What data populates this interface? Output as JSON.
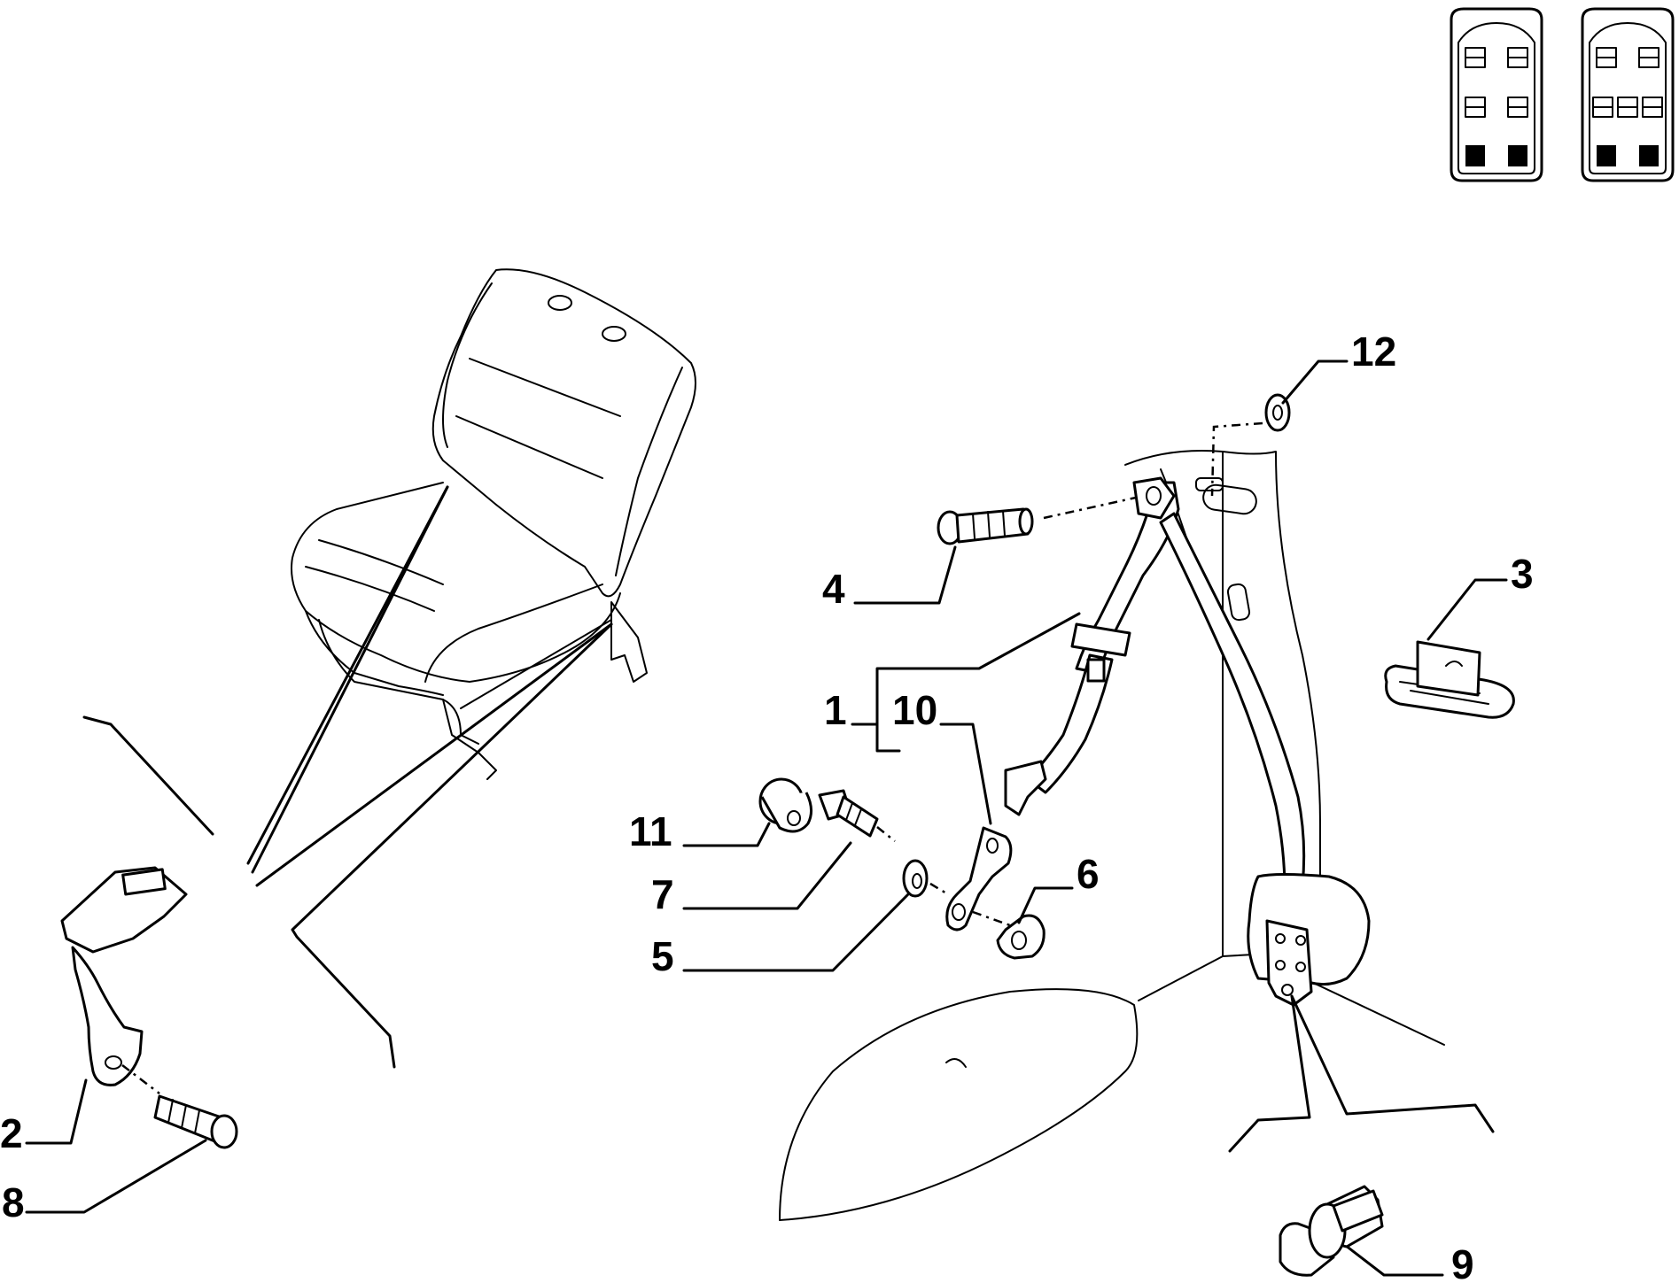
{
  "callouts": {
    "c1": "1",
    "c2": "2",
    "c3": "3",
    "c4": "4",
    "c5": "5",
    "c6": "6",
    "c7": "7",
    "c8": "8",
    "c9": "9",
    "c10": "10",
    "c11": "11",
    "c12": "12"
  },
  "legend_icons": [
    "seat-layout-4-seat-icon",
    "seat-layout-5-seat-icon"
  ]
}
